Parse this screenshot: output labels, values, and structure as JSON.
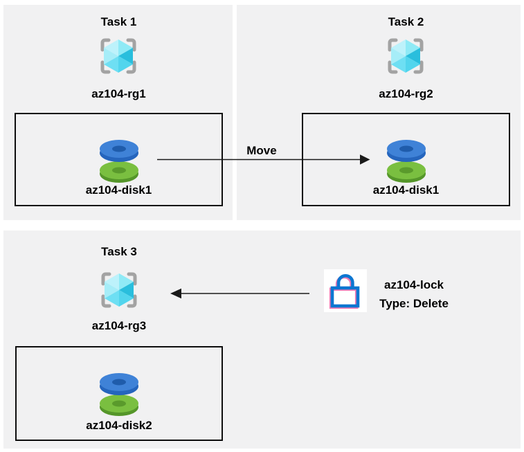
{
  "diagram": {
    "tasks": [
      {
        "title": "Task 1",
        "resource_group": "az104-rg1",
        "disk": "az104-disk1"
      },
      {
        "title": "Task 2",
        "resource_group": "az104-rg2",
        "disk": "az104-disk1"
      },
      {
        "title": "Task 3",
        "resource_group": "az104-rg3",
        "disk": "az104-disk2"
      }
    ],
    "move_arrow_label": "Move",
    "lock": {
      "name": "az104-lock",
      "type": "Type: Delete"
    }
  },
  "icons": {
    "resource_group": "azure-resource-group-icon",
    "disk": "azure-managed-disk-icon",
    "lock": "azure-lock-icon"
  },
  "colors": {
    "panel_bg": "#f1f1f2",
    "box_border": "#0d0d0d",
    "arrow": "#1a1a1a",
    "bracket": "#a3a3a3",
    "cube_tl": "#bdf2fb",
    "cube_tr": "#8feaf6",
    "cube_right": "#29bedd",
    "cube_br": "#52d5ed",
    "cube_bl": "#6edff3",
    "cube_left": "#a6edf8",
    "disk_blue_top": "#3f82d7",
    "disk_blue_side": "#2565bd",
    "disk_blue_hole": "#1f5cab",
    "disk_green_top": "#7abf40",
    "disk_green_side": "#55962a",
    "disk_green_hole": "#5a9a2c",
    "lock_blue": "#0d76d1",
    "lock_pink": "#ee7ab4"
  }
}
